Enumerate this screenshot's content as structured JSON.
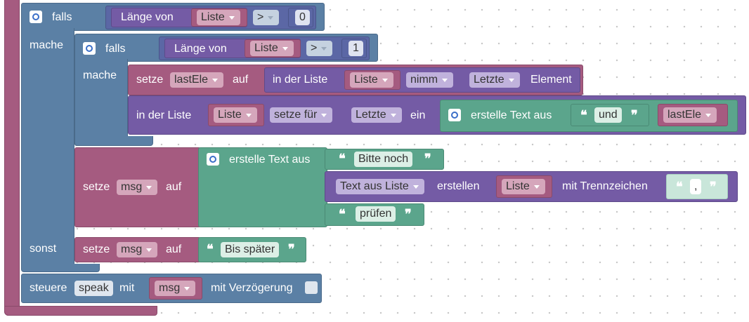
{
  "blocks": {
    "if1": {
      "label": "falls",
      "do_label": "mache",
      "else_label": "sonst"
    },
    "len1": {
      "label": "Länge von",
      "var": "Liste",
      "op": ">",
      "num": "0"
    },
    "if2": {
      "label": "falls",
      "do_label": "mache"
    },
    "len2": {
      "label": "Länge von",
      "var": "Liste",
      "op": ">",
      "num": "1"
    },
    "set_last": {
      "set": "setze",
      "var": "lastEle",
      "to": "auf",
      "in_list": "in der Liste",
      "list_var": "Liste",
      "mode": "nimm",
      "where": "Letzte",
      "element": "Element"
    },
    "list_set": {
      "in_list": "in der Liste",
      "list_var": "Liste",
      "mode": "setze für",
      "where": "Letzte",
      "insert": "ein",
      "create_text": "erstelle Text aus",
      "text_und": "und",
      "var": "lastEle"
    },
    "set_msg1": {
      "set": "setze",
      "var": "msg",
      "to": "auf",
      "create_text": "erstelle Text aus",
      "text1": "Bitte noch",
      "join_label": "Text aus Liste",
      "join_mode": "erstellen",
      "join_var": "Liste",
      "sep_label": "mit Trennzeichen",
      "sep": ",",
      "text3": "prüfen"
    },
    "set_msg2": {
      "set": "setze",
      "var": "msg",
      "to": "auf",
      "text": "Bis später"
    },
    "control": {
      "label": "steuere",
      "target": "speak",
      "with": "mit",
      "var": "msg",
      "delay": "mit Verzögerung"
    }
  },
  "colors": {
    "logic": "#5b80a5",
    "variable": "#a55b80",
    "list": "#745ba5",
    "text": "#5ba58c",
    "math": "#5b67a5"
  }
}
